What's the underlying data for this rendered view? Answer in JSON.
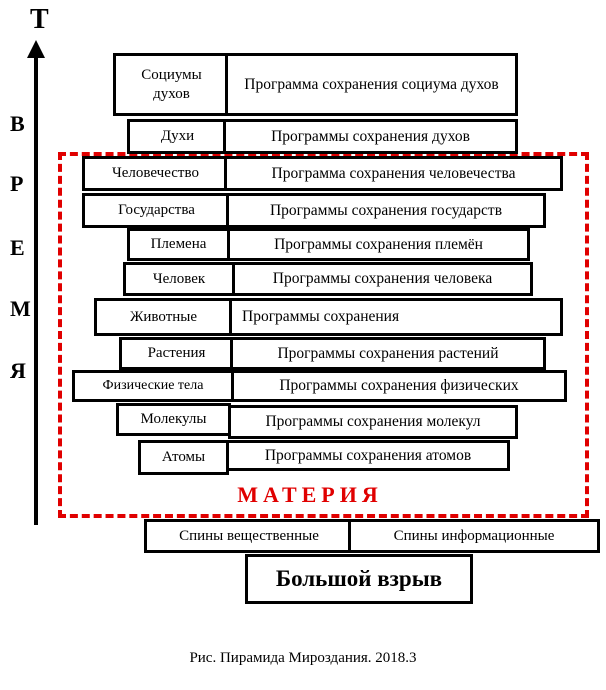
{
  "axis": {
    "label_top": "T",
    "letters": [
      "В",
      "Р",
      "Е",
      "М",
      "Я"
    ]
  },
  "rows": [
    {
      "label": "Социумы духов",
      "program": "Программа сохранения социума духов"
    },
    {
      "label": "Духи",
      "program": "Программы сохранения духов"
    },
    {
      "label": "Человечество",
      "program": "Программа сохранения  человечества"
    },
    {
      "label": "Государства",
      "program": "Программы сохранения  государств"
    },
    {
      "label": "Племена",
      "program": "Программы сохранения  племён"
    },
    {
      "label": "Человек",
      "program": "Программы сохранения  человека"
    },
    {
      "label": "Животные",
      "program": "Программы сохранения"
    },
    {
      "label": "Растения",
      "program": "Программы сохранения растений"
    },
    {
      "label": "Физические тела",
      "program": "Программы сохранения физических"
    },
    {
      "label": "Молекулы",
      "program": "Программы сохранения молекул"
    },
    {
      "label": "Атомы",
      "program": "Программы сохранения атомов"
    }
  ],
  "matter_label": "МАТЕРИЯ",
  "spins": {
    "left": "Спины вещественные",
    "right": "Спины информационные"
  },
  "big_bang": "Большой взрыв",
  "caption": "Рис. Пирамида Мироздания. 2018.3",
  "colors": {
    "matter_frame": "#e00000",
    "lines": "#000000"
  }
}
